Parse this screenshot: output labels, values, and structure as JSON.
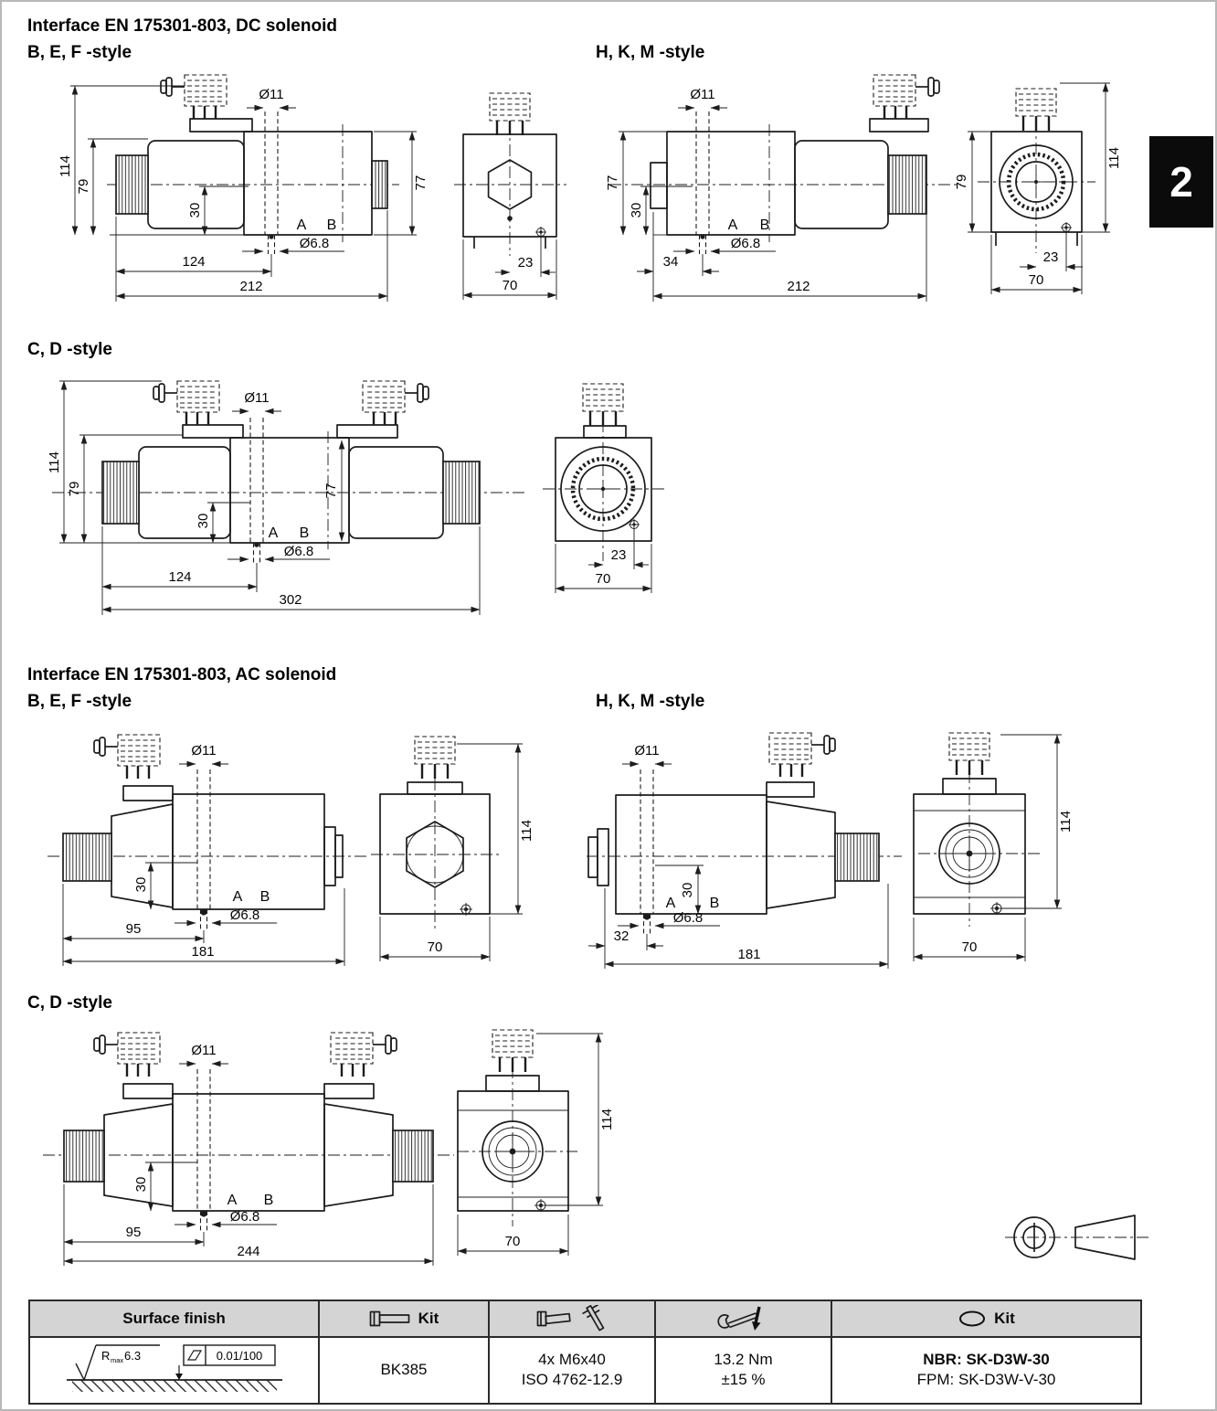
{
  "page": {
    "side_tab": "2"
  },
  "dc": {
    "title": "Interface EN 175301-803, DC solenoid",
    "bef_heading": "B, E, F -style",
    "hkm_heading": "H, K, M -style",
    "cd_heading": "C, D -style",
    "bef_side": {
      "d114": "114",
      "d79": "79",
      "d30": "30",
      "dia11": "Ø11",
      "dia68": "Ø6.8",
      "d124": "124",
      "d212": "212",
      "d77": "77",
      "port_a": "A",
      "port_b": "B"
    },
    "bef_end": {
      "d23": "23",
      "d70": "70"
    },
    "hkm_side": {
      "dia11": "Ø11",
      "d77": "77",
      "d30": "30",
      "d34": "34",
      "dia68": "Ø6.8",
      "d212": "212",
      "port_a": "A",
      "port_b": "B"
    },
    "hkm_end": {
      "d79": "79",
      "d114": "114",
      "d23": "23",
      "d70": "70"
    },
    "cd_side": {
      "d114": "114",
      "d79": "79",
      "d30": "30",
      "dia11": "Ø11",
      "d77": "77",
      "dia68": "Ø6.8",
      "d124": "124",
      "d302": "302",
      "port_a": "A",
      "port_b": "B"
    },
    "cd_end": {
      "d23": "23",
      "d70": "70"
    }
  },
  "ac": {
    "title": "Interface EN 175301-803, AC solenoid",
    "bef_heading": "B, E, F -style",
    "hkm_heading": "H, K, M -style",
    "cd_heading": "C, D -style",
    "bef_side": {
      "dia11": "Ø11",
      "d30": "30",
      "dia68": "Ø6.8",
      "d95": "95",
      "d181": "181",
      "port_a": "A",
      "port_b": "B"
    },
    "bef_end": {
      "d114": "114",
      "d70": "70"
    },
    "hkm_side": {
      "dia11": "Ø11",
      "d30": "30",
      "dia68": "Ø6.8",
      "d32": "32",
      "d181": "181",
      "port_a": "A",
      "port_b": "B"
    },
    "hkm_end": {
      "d114": "114",
      "d70": "70"
    },
    "cd_side": {
      "dia11": "Ø11",
      "d30": "30",
      "dia68": "Ø6.8",
      "d95": "95",
      "d244": "244",
      "port_a": "A",
      "port_b": "B"
    },
    "cd_end": {
      "d114": "114",
      "d70": "70"
    }
  },
  "table": {
    "col_surface": "Surface finish",
    "col_bolt_kit": "Kit",
    "col_oring_kit": "Kit",
    "surface_r": "R",
    "surface_rsub": "max",
    "surface_value": "6.3",
    "flatness_value": "0.01/100",
    "bolt_kit_value": "BK385",
    "screws_line1": "4x M6x40",
    "screws_line2": "ISO 4762-12.9",
    "torque_line1": "13.2 Nm",
    "torque_line2": "±15 %",
    "seals_line1": "NBR: SK-D3W-30",
    "seals_line2": "FPM: SK-D3W-V-30"
  }
}
